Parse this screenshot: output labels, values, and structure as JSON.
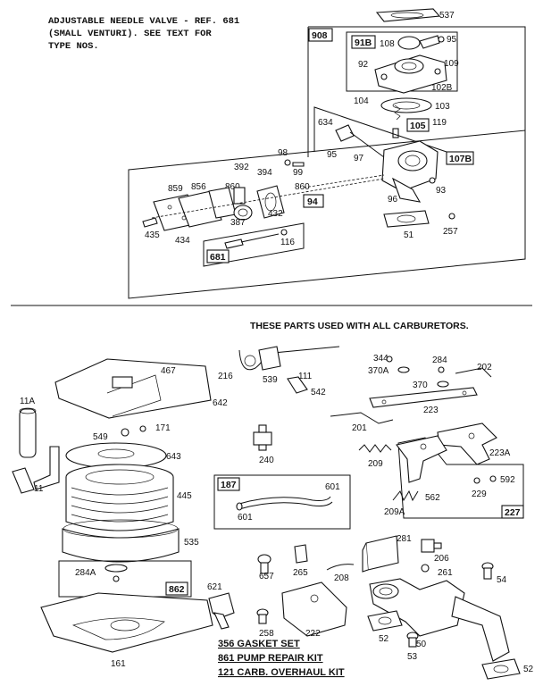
{
  "header": {
    "line1": "ADJUSTABLE NEEDLE VALVE - REF. 681",
    "line2": "(SMALL VENTURI). SEE TEXT FOR",
    "line3": "TYPE NOS."
  },
  "common_caption": "THESE PARTS USED WITH ALL CARBURETORS.",
  "boxed_refs": [
    "908",
    "91B",
    "105",
    "107B",
    "94",
    "681",
    "187",
    "227",
    "862"
  ],
  "labels": {
    "p537": "537",
    "p95a": "95",
    "p108": "108",
    "p92": "92",
    "p109": "109",
    "p102b": "102B",
    "p104": "104",
    "p103": "103",
    "p119": "119",
    "p634": "634",
    "p98": "98",
    "p99": "99",
    "p95b": "95",
    "p97": "97",
    "p392": "392",
    "p394": "394",
    "p859": "859",
    "p856": "856",
    "p860a": "860",
    "p860b": "860",
    "p96": "96",
    "p93": "93",
    "p387": "387",
    "p432": "432",
    "p435": "435",
    "p434": "434",
    "p116": "116",
    "p51": "51",
    "p257": "257",
    "p216": "216",
    "p467": "467",
    "p539": "539",
    "p111": "111",
    "p542": "542",
    "p344": "344",
    "p370a": "370A",
    "p284": "284",
    "p370": "370",
    "p202": "202",
    "p223": "223",
    "p11a": "11A",
    "p642": "642",
    "p549": "549",
    "p171": "171",
    "p643": "643",
    "p240": "240",
    "p201": "201",
    "p209": "209",
    "p223a": "223A",
    "p11": "11",
    "p445": "445",
    "p601a": "601",
    "p601b": "601",
    "p592": "592",
    "p229": "229",
    "p562": "562",
    "p209a": "209A",
    "p535": "535",
    "p284a": "284A",
    "p281": "281",
    "p206": "206",
    "p657": "657",
    "p265": "265",
    "p208": "208",
    "p261": "261",
    "p54": "54",
    "p621": "621",
    "p258": "258",
    "p222": "222",
    "p50": "50",
    "p52a": "52",
    "p52b": "52",
    "p53": "53",
    "p161": "161"
  },
  "kits": {
    "k1": "356 GASKET SET",
    "k2": "861 PUMP REPAIR KIT",
    "k3": "121 CARB. OVERHAUL KIT"
  }
}
